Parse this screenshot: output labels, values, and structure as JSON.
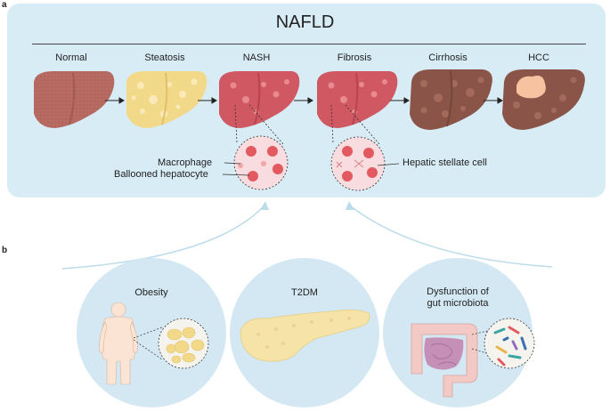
{
  "panel_a": {
    "letter": "a",
    "title": "NAFLD",
    "stages": [
      "Normal",
      "Steatosis",
      "NASH",
      "Fibrosis",
      "Cirrhosis",
      "HCC"
    ],
    "callouts": {
      "macrophage": "Macrophage",
      "ballooned": "Ballooned hepatocyte",
      "stellate": "Hepatic stellate cell"
    }
  },
  "panel_b": {
    "letter": "b",
    "factors": [
      "Obesity",
      "T2DM",
      "Dysfunction of\ngut microbiota"
    ]
  },
  "colors": {
    "panel_bg": "#d8ecf5",
    "liver_normal": "#b86b62",
    "liver_steatosis": "#f2d98a",
    "liver_nash": "#cf5862",
    "liver_cirrhosis": "#8a5548",
    "tumor": "#f7c2a0",
    "circle_bg": "#d3e8f2"
  }
}
